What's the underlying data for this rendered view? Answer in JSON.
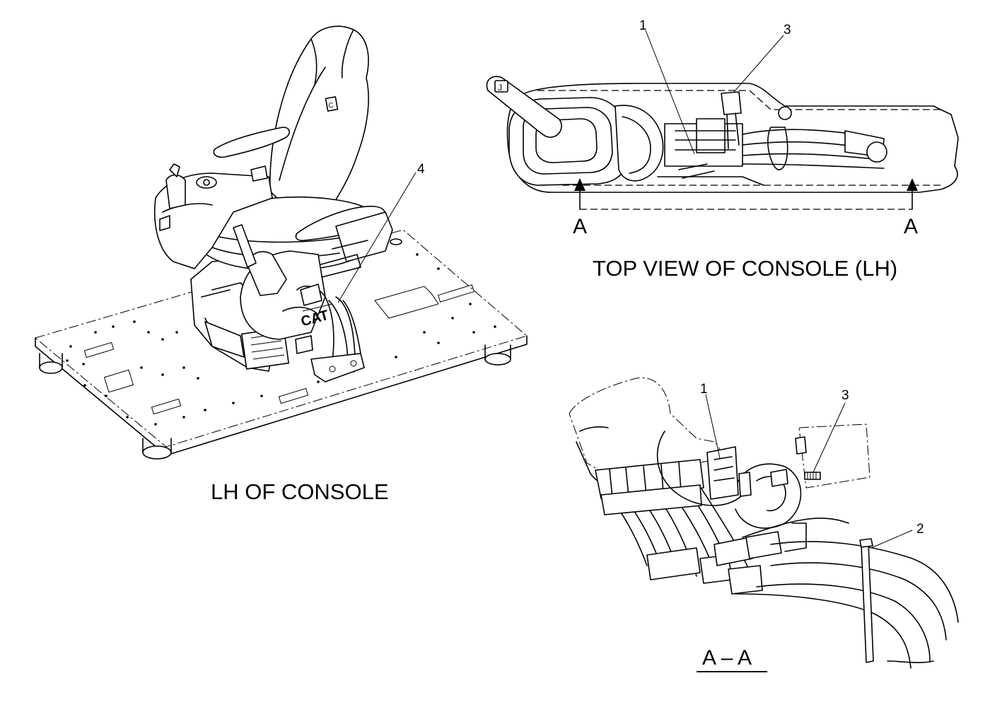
{
  "views": {
    "lh_console": {
      "title": "LH  OF  CONSOLE",
      "callout_4": "4"
    },
    "top_view": {
      "title": "TOP  VIEW  OF  CONSOLE (LH)",
      "callout_1": "1",
      "callout_3": "3",
      "section_left": "A",
      "section_right": "A"
    },
    "section_aa": {
      "title": "A – A",
      "callout_1": "1",
      "callout_2": "2",
      "callout_3": "3"
    }
  }
}
